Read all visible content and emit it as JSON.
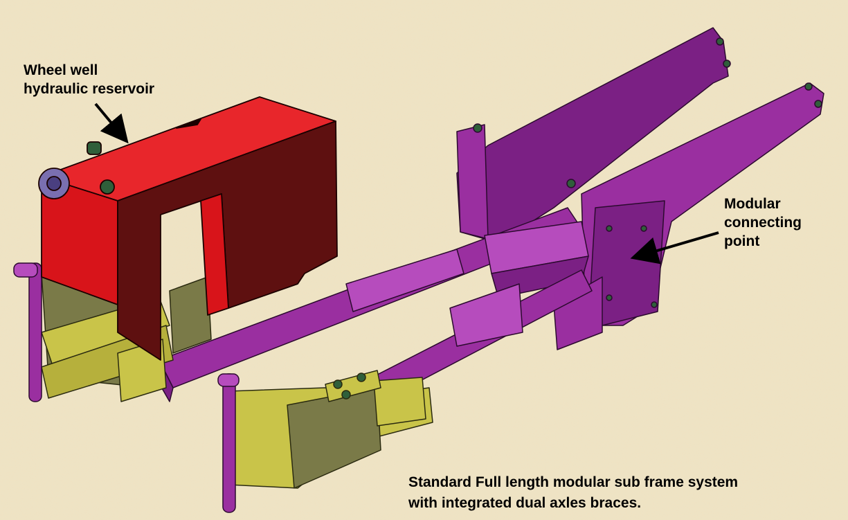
{
  "colors": {
    "background": "#efe2c1",
    "reservoir_front": "#5e1010",
    "reservoir_side": "#d8141a",
    "reservoir_top": "#e8262b",
    "frame": "#9a2fa0",
    "frame_dark": "#7b2084",
    "frame_light": "#b64cbd",
    "brace_light": "#c9c449",
    "brace_dark": "#7a7a48",
    "ink": "#000000"
  },
  "labels": {
    "reservoir": [
      "Wheel well",
      "hydraulic reservoir"
    ],
    "modular": [
      "Modular",
      "connecting",
      "point"
    ],
    "caption": [
      "Standard Full length modular sub frame system",
      "with integrated dual axles braces."
    ]
  },
  "icons": {
    "arrow_reservoir": "arrow-icon",
    "arrow_modular": "arrow-icon"
  }
}
